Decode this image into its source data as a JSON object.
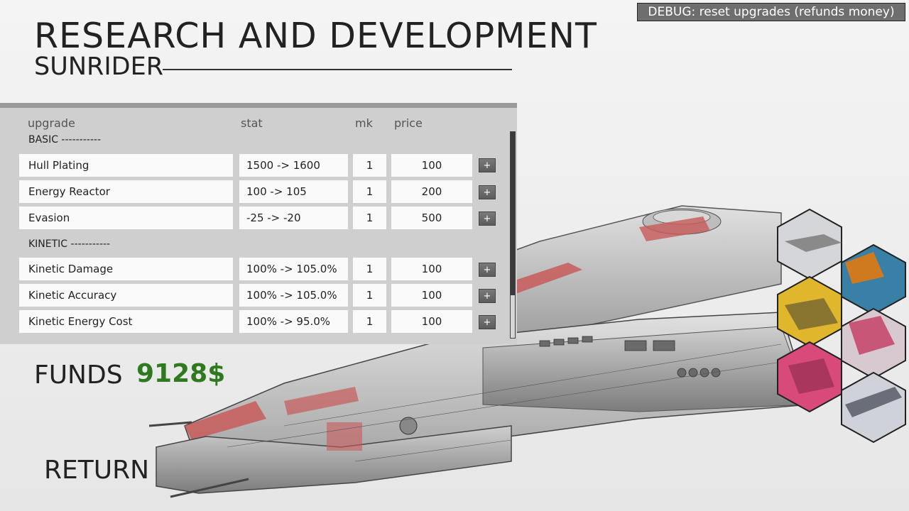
{
  "header": {
    "title": "RESEARCH AND DEVELOPMENT",
    "subtitle": "SUNRIDER"
  },
  "debug": {
    "label": "DEBUG: reset upgrades (refunds money)"
  },
  "table": {
    "columns": {
      "upgrade": "upgrade",
      "stat": "stat",
      "mk": "mk",
      "price": "price"
    },
    "plus_label": "+",
    "sections": [
      {
        "label": "BASIC -----------",
        "rows": [
          {
            "name": "Hull Plating",
            "stat": "1500 -> 1600",
            "mk": "1",
            "price": "100"
          },
          {
            "name": "Energy Reactor",
            "stat": "100 -> 105",
            "mk": "1",
            "price": "200"
          },
          {
            "name": "Evasion",
            "stat": "-25 -> -20",
            "mk": "1",
            "price": "500"
          }
        ]
      },
      {
        "label": "KINETIC -----------",
        "rows": [
          {
            "name": "Kinetic Damage",
            "stat": "100% -> 105.0%",
            "mk": "1",
            "price": "100"
          },
          {
            "name": "Kinetic Accuracy",
            "stat": "100% -> 105.0%",
            "mk": "1",
            "price": "100"
          },
          {
            "name": "Kinetic Energy Cost",
            "stat": "100% -> 95.0%",
            "mk": "1",
            "price": "100"
          }
        ]
      }
    ]
  },
  "funds": {
    "label": "FUNDS",
    "value": "9128$",
    "color": "#2f7a1f"
  },
  "return_label": "RETURN",
  "colors": {
    "panel": "#cfcfcf",
    "accent_red": "#c85a5a"
  },
  "portraits": [
    "ship-portrait-white",
    "mech-portrait-blue",
    "mech-portrait-yellow",
    "mech-portrait-pink-white",
    "mech-portrait-pink",
    "ship-portrait-grey"
  ]
}
